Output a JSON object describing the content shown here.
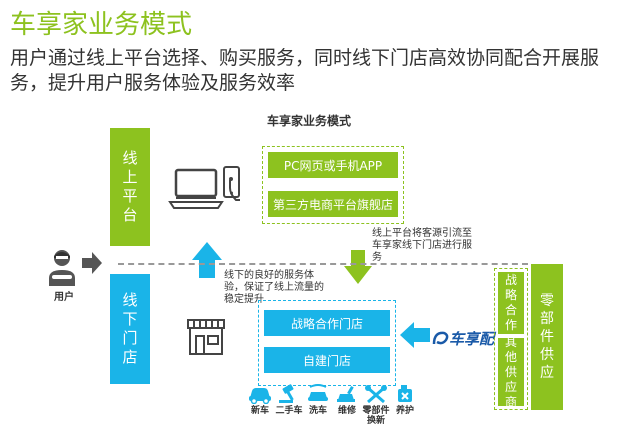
{
  "header": {
    "title": "车享家业务模式",
    "subtitle": "用户通过线上平台选择、购买服务，同时线下门店高效协同配合开展服务，提升用户服务体验及服务效率"
  },
  "diagram": {
    "title": "车享家业务模式",
    "online_label": "线上平台",
    "offline_label": "线下门店",
    "online_items": [
      "PC网页或手机APP",
      "第三方电商平台旗舰店"
    ],
    "offline_items": [
      "战略合作门店",
      "自建门店"
    ],
    "online_note": "线上平台将客源引流至车享家线下门店进行服务",
    "offline_note": "线下的良好的服务体验，保证了线上流量的稳定提升",
    "user_label": "用户",
    "brand_logo": "车享配",
    "supplier_label": "零部件供应",
    "strategic_supplier_label": "战略合作",
    "other_supplier_label": "其他供应商",
    "services": [
      {
        "label": "新车",
        "icon": "car-icon"
      },
      {
        "label": "二手车",
        "icon": "hammer-icon"
      },
      {
        "label": "洗车",
        "icon": "car-wash-icon"
      },
      {
        "label": "维修",
        "icon": "repair-icon"
      },
      {
        "label": "零部件换新",
        "icon": "tools-icon"
      },
      {
        "label": "养护",
        "icon": "oil-can-icon"
      }
    ],
    "colors": {
      "green": "#8dc21f",
      "blue": "#1ab4e8",
      "dark_blue": "#1a5aa8"
    }
  }
}
